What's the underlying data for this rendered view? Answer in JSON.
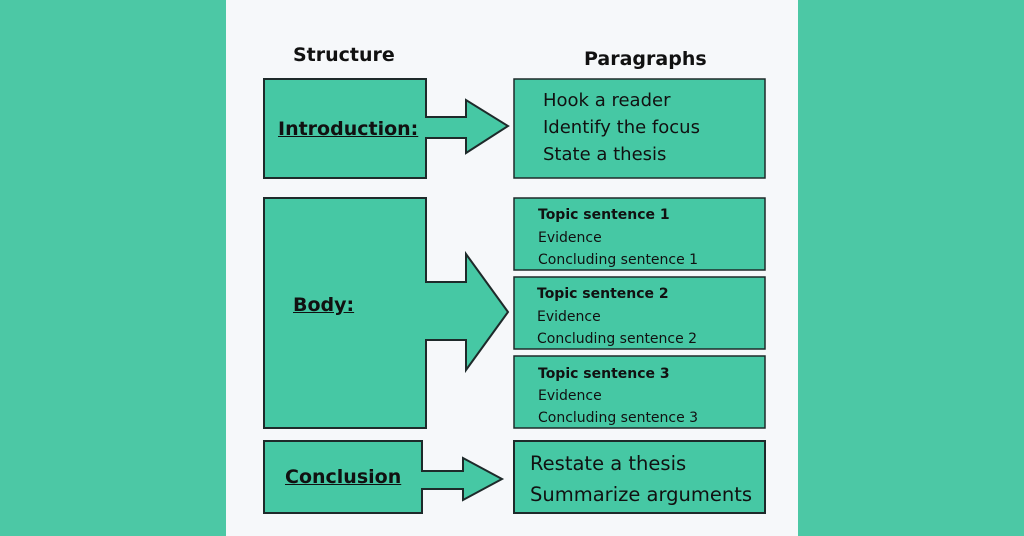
{
  "headers": {
    "structure": "Structure",
    "paragraphs": "Paragraphs"
  },
  "structure": {
    "introduction": "Introduction:",
    "body": "Body:",
    "conclusion": "Conclusion"
  },
  "paragraphs": {
    "introduction": [
      "Hook a reader",
      "Identify the focus",
      "State a thesis"
    ],
    "body": [
      {
        "topic": "Topic sentence 1",
        "evidence": "Evidence",
        "concluding": "Concluding sentence 1"
      },
      {
        "topic": "Topic sentence 2",
        "evidence": "Evidence",
        "concluding": "Concluding sentence 2"
      },
      {
        "topic": "Topic sentence 3",
        "evidence": "Evidence",
        "concluding": "Concluding sentence 3"
      }
    ],
    "conclusion": [
      "Restate a thesis",
      "Summarize arguments"
    ]
  },
  "colors": {
    "background": "#4cc8a5",
    "panel": "#f6f8fa",
    "box_fill": "#46c8a4",
    "box_stroke": "#1e2a2a"
  }
}
